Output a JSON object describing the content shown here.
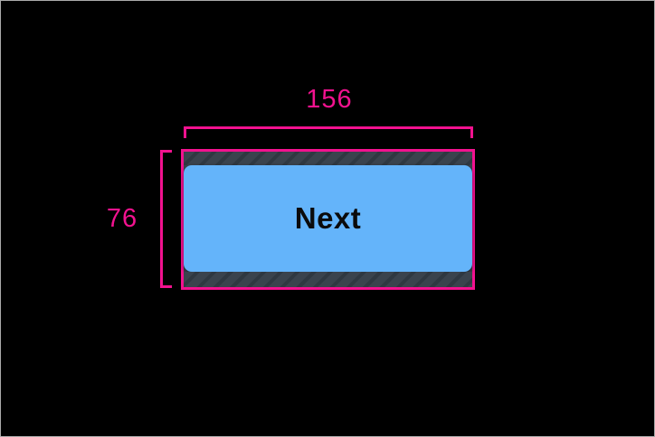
{
  "canvas": {
    "background": "#000000",
    "frame_border_color": "#ababab"
  },
  "measurement": {
    "width_label": "156",
    "height_label": "76",
    "accent_color": "#f2128f"
  },
  "padding_hatch": {
    "base_color": "#3a434d",
    "stripe_color": "#2f3841"
  },
  "button": {
    "label": "Next",
    "fill_color": "#64b4fa",
    "text_color": "#0b0b0b"
  }
}
